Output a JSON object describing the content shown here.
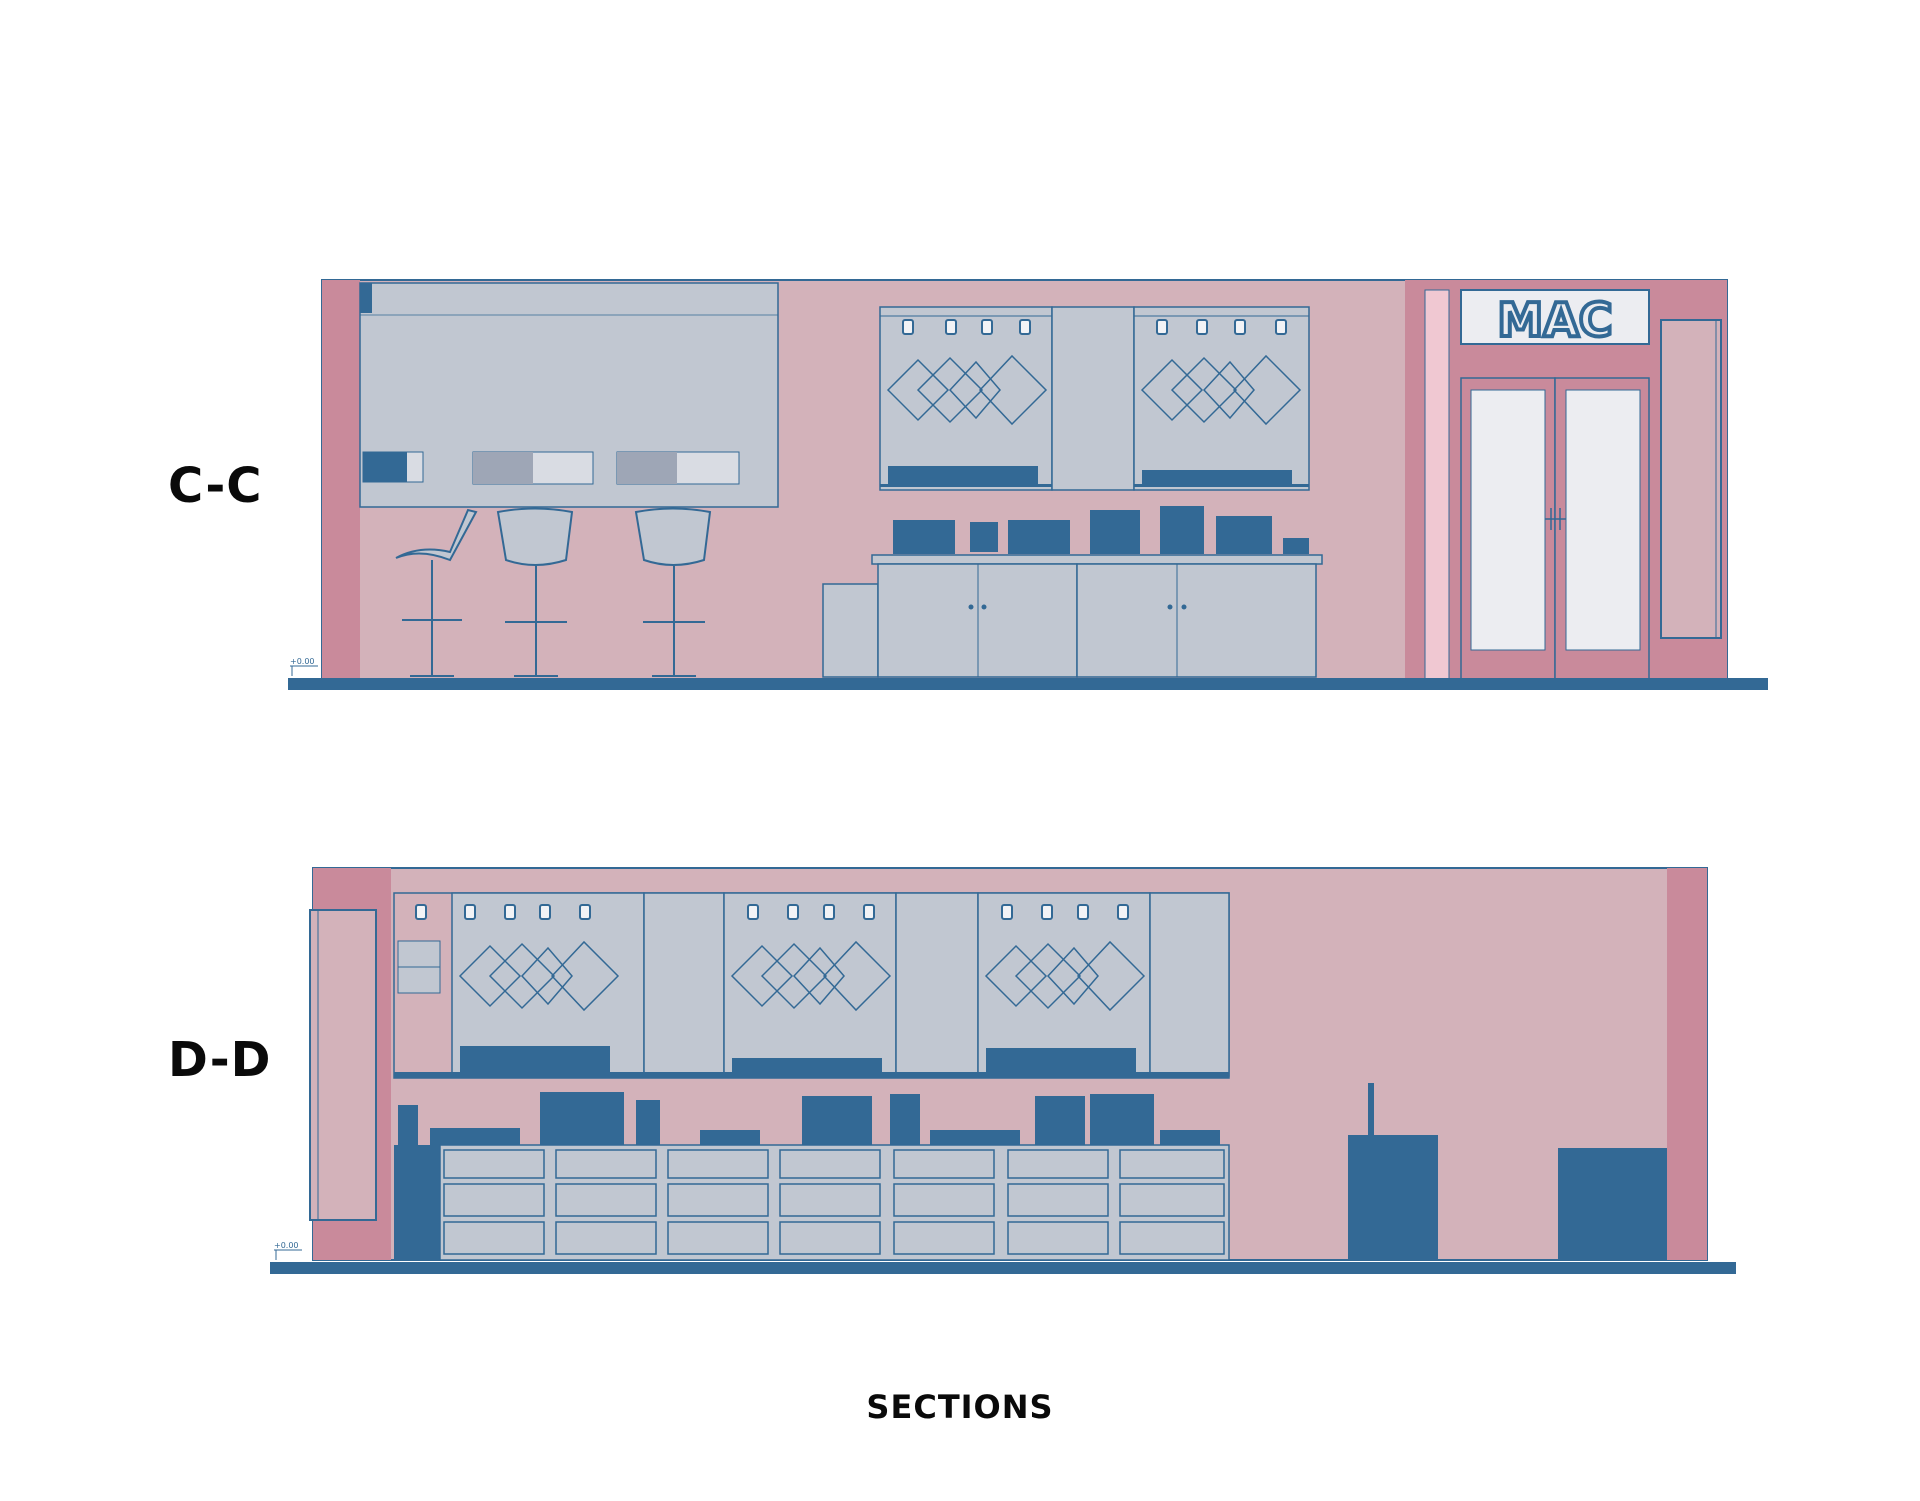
{
  "sections": [
    {
      "id": "C-C",
      "label": "C-C",
      "level": "+0.00",
      "sign": "MAC"
    },
    {
      "id": "D-D",
      "label": "D-D",
      "level": "+0.00"
    }
  ],
  "caption": "SECTIONS",
  "colors": {
    "wall": "#d3b2ba",
    "wall_edge": "#c98a9b",
    "pier": "#c98a9b",
    "panel": "#c1c7d1",
    "line": "#336995",
    "floor": "#336995",
    "glass": "#ecedf1",
    "frame_light": "#f0c8d2"
  },
  "icons": [
    "track-light-icon",
    "bar-stool-icon",
    "door-handle-icon",
    "level-marker-icon",
    "diamond-shelf-icon"
  ]
}
